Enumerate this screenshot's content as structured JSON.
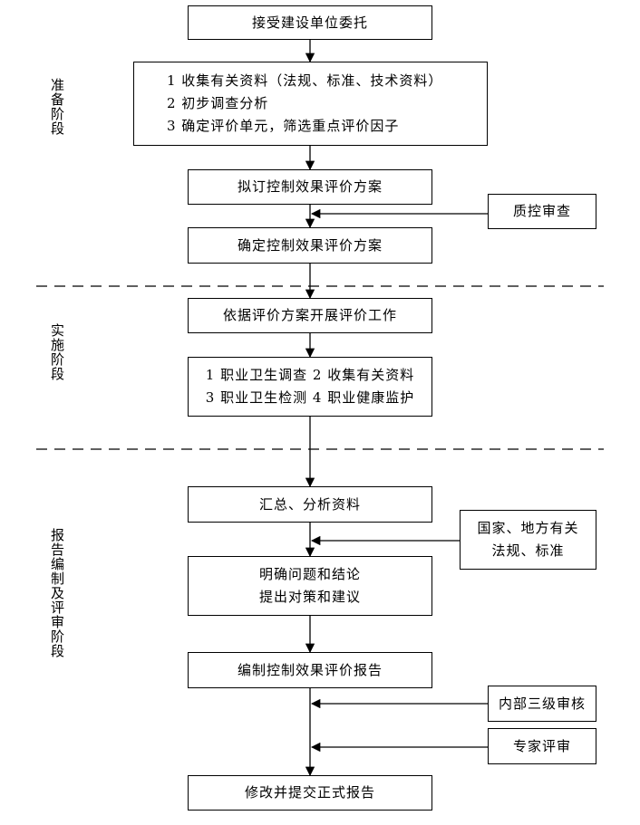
{
  "stages": {
    "prep": "准备阶段",
    "impl": "实施阶段",
    "report": "报告编制及评审阶段"
  },
  "boxes": {
    "accept": "接受建设单位委托",
    "collect": [
      "1  收集有关资料（法规、标准、技术资料）",
      "2  初步调查分析",
      "3  确定评价单元，筛选重点评价因子"
    ],
    "draft_plan": "拟订控制效果评价方案",
    "qc_review": "质控审查",
    "confirm_plan": "确定控制效果评价方案",
    "execute": "依据评价方案开展评价工作",
    "survey": [
      "1 职业卫生调查  2 收集有关资料",
      "3 职业卫生检测  4 职业健康监护"
    ],
    "summarize": "汇总、分析资料",
    "regulations": [
      "国家、地方有关",
      "法规、标准"
    ],
    "conclusion": [
      "明确问题和结论",
      "提出对策和建议"
    ],
    "compile": "编制控制效果评价报告",
    "internal_review": "内部三级审核",
    "expert_review": "专家评审",
    "final": "修改并提交正式报告"
  }
}
